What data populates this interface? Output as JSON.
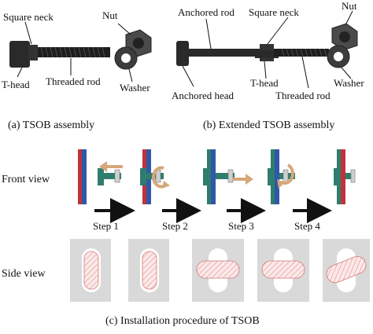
{
  "panel_a": {
    "labels": {
      "square_neck": "Square neck",
      "nut": "Nut",
      "t_head": "T-head",
      "threaded_rod": "Threaded rod",
      "washer": "Washer"
    },
    "caption": "(a) TSOB assembly"
  },
  "panel_b": {
    "labels": {
      "anchored_rod": "Anchored rod",
      "square_neck": "Square neck",
      "nut": "Nut",
      "t_head": "T-head",
      "washer": "Washer",
      "anchored_head": "Anchored head",
      "threaded_rod": "Threaded rod"
    },
    "caption": "(b) Extended TSOB assembly"
  },
  "panel_c": {
    "row_labels": {
      "front": "Front view",
      "side": "Side view"
    },
    "steps": [
      "Step 1",
      "Step 2",
      "Step 3",
      "Step 4"
    ],
    "caption": "(c) Installation procedure of TSOB"
  },
  "colors": {
    "plate_red": "#c0333a",
    "plate_blue": "#2f58a8",
    "bolt_green": "#2f7d6d",
    "arrow_tan": "#d6a77a",
    "side_bg": "#d9d9d9",
    "hatch": "#e79a9a"
  }
}
